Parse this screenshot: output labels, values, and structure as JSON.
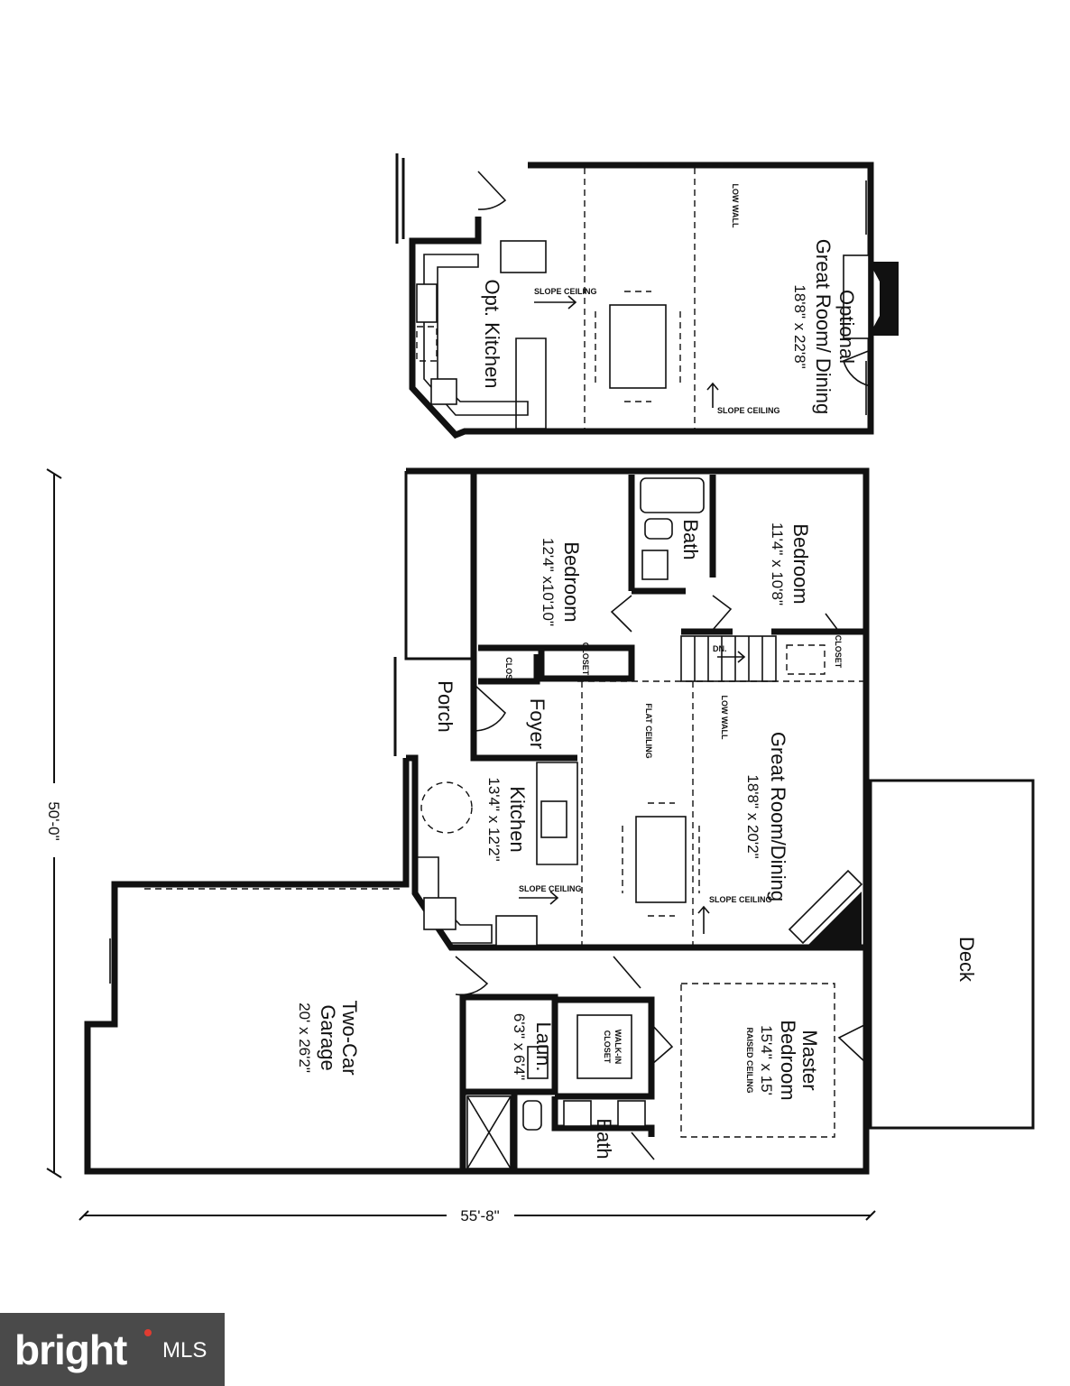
{
  "upper_plan": {
    "great_room": {
      "line1": "Optional",
      "line2": "Great Room/ Dining",
      "size": "18'8\" x 22'8\""
    },
    "kitchen": {
      "name": "Opt. Kitchen"
    },
    "notes": {
      "low_wall": "LOW WALL",
      "slope_1": "SLOPE CEILING",
      "slope_2": "SLOPE CEILING"
    }
  },
  "main_plan": {
    "bedroom_1": {
      "name": "Bedroom",
      "size": "12'4\" x10'10\""
    },
    "bedroom_2": {
      "name": "Bedroom",
      "size": "11'4\" x 10'8\""
    },
    "bath_upper": {
      "name": "Bath"
    },
    "closet_1": "CLOSET",
    "closet_2": "CLOSET",
    "clos": "CLOS.",
    "stair": "DN.",
    "porch": "Porch",
    "foyer": "Foyer",
    "great_room": {
      "name": "Great Room/Dining",
      "size": "18'8\" x 20'2\""
    },
    "flat_ceiling": "FLAT CEILING",
    "low_wall": "LOW WALL",
    "slope_ceiling_great": "SLOPE CEILING",
    "kitchen": {
      "name": "Kitchen",
      "size": "13'4\" x 12'2\""
    },
    "slope_ceiling_kitchen": "SLOPE CEILING",
    "deck": "Deck",
    "garage": {
      "line1": "Two-Car",
      "line2": "Garage",
      "size": "20' x 26'2\""
    },
    "laundry": {
      "name": "Laun.",
      "size": "6'3\" x 6'4\""
    },
    "walk_in": {
      "line1": "WALK-IN",
      "line2": "CLOSET"
    },
    "bath_master": {
      "name": "Bath"
    },
    "master": {
      "line1": "Master",
      "line2": "Bedroom",
      "size": "15'4\" x 15'",
      "note": "RAISED CEILING"
    }
  },
  "dimensions": {
    "vertical": "50'-0\"",
    "horizontal": "55'-8\""
  },
  "logo": {
    "word": "bright",
    "suffix": "MLS",
    "accent": "#e03c31",
    "bg": "#4a4a4a"
  }
}
